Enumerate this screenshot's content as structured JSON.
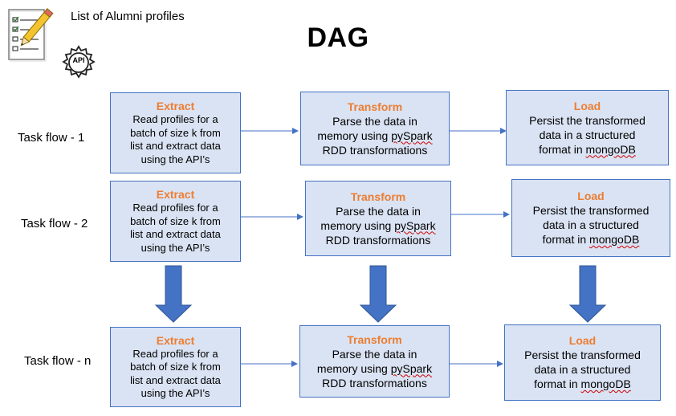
{
  "header": {
    "list_label": "List of Alumni profiles",
    "api_icon_text": "API",
    "title": "DAG"
  },
  "rows": [
    {
      "label": "Task flow - 1",
      "extract": {
        "head": "Extract",
        "lines": [
          "Read profiles for a",
          "batch of size k from",
          "list and extract data",
          "using the API’s"
        ]
      },
      "transform": {
        "head": "Transform",
        "lines": [
          "Parse the data in",
          "memory using ",
          "pySpark",
          "RDD transformations"
        ]
      },
      "load": {
        "head": "Load",
        "lines": [
          "Persist the transformed",
          "data in a structured",
          "format in ",
          "mongoDB"
        ]
      }
    },
    {
      "label": "Task flow - 2",
      "extract": {
        "head": "Extract",
        "lines": [
          "Read profiles for a",
          "batch of size k from",
          "list and extract data",
          "using the API’s"
        ]
      },
      "transform": {
        "head": "Transform",
        "lines": [
          "Parse the data in",
          "memory using ",
          "pySpark",
          "RDD transformations"
        ]
      },
      "load": {
        "head": "Load",
        "lines": [
          "Persist the transformed",
          "data in a structured",
          "format in ",
          "mongoDB"
        ]
      }
    },
    {
      "label": "Task flow - n",
      "extract": {
        "head": "Extract",
        "lines": [
          "Read profiles for a",
          "batch of size k from",
          "list and extract data",
          "using the API’s"
        ]
      },
      "transform": {
        "head": "Transform",
        "lines": [
          "Parse the data in",
          "memory using ",
          "pySpark",
          "RDD transformations"
        ]
      },
      "load": {
        "head": "Load",
        "lines": [
          "Persist the transformed",
          "data in a structured",
          "format in ",
          "mongoDB"
        ]
      }
    }
  ],
  "colors": {
    "box_fill": "#dae3f3",
    "box_border": "#4472c4",
    "head_text": "#ed7d31",
    "arrow": "#4472c4",
    "block_arrow": "#4472c4"
  }
}
